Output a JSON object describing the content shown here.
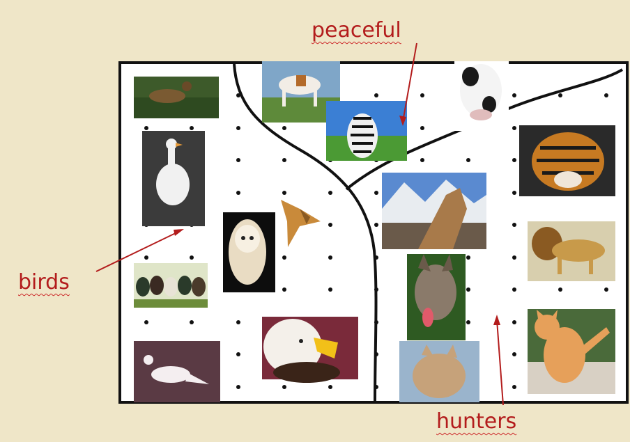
{
  "labels": {
    "peaceful": "peaceful",
    "birds": "birds",
    "hunters": "hunters"
  },
  "colors": {
    "background": "#efe6c8",
    "field": "#ffffff",
    "border": "#111111",
    "dots": "#111111",
    "arrow": "#b31c1c",
    "label": "#b31c1c"
  },
  "regions": [
    {
      "name": "birds",
      "animals": [
        "duck",
        "goose",
        "owl",
        "hawk",
        "hens",
        "dove",
        "eagle"
      ]
    },
    {
      "name": "peaceful",
      "animals": [
        "horse",
        "zebra",
        "cow"
      ]
    },
    {
      "name": "hunters",
      "animals": [
        "tiger",
        "wolf",
        "lion",
        "wolf-dog",
        "fox",
        "kitten"
      ]
    }
  ]
}
